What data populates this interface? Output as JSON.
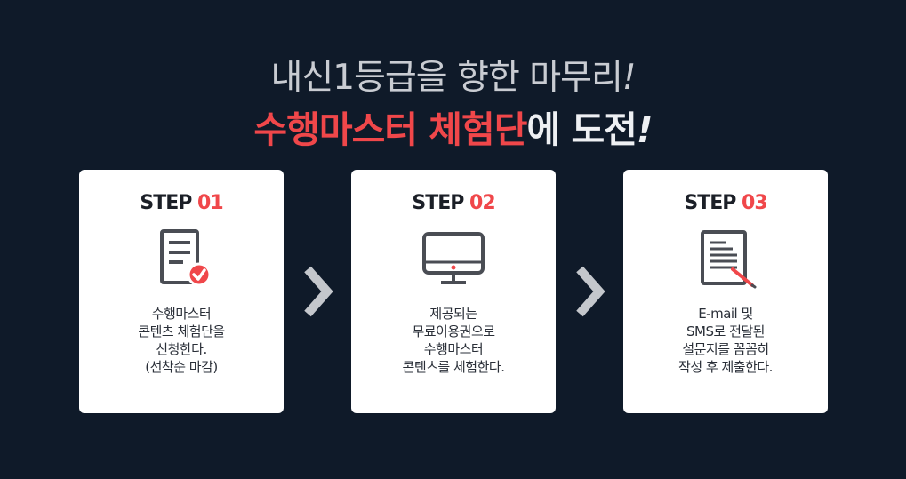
{
  "headline": {
    "line1": "내신1등급을 향한 마무리",
    "line1_exclaim": "!",
    "line2_accent": "수행마스터 체험단",
    "line2_rest": "에 도전",
    "line2_exclaim": "!"
  },
  "steps": [
    {
      "word": "STEP",
      "number": "01",
      "icon": "document-check-icon",
      "lines": [
        "수행마스터",
        "콘텐츠 체험단을",
        "신청한다.",
        "(선착순 마감)"
      ]
    },
    {
      "word": "STEP",
      "number": "02",
      "icon": "monitor-icon",
      "lines": [
        "제공되는",
        "무료이용권으로",
        "수행마스터",
        "콘텐츠를 체험한다."
      ]
    },
    {
      "word": "STEP",
      "number": "03",
      "icon": "document-pen-icon",
      "lines": [
        "E-mail 및",
        "SMS로 전달된",
        "설문지를 꼼꼼히",
        "작성 후 제출한다."
      ]
    }
  ],
  "colors": {
    "background": "#0f1a29",
    "accent": "#f0474a",
    "card": "#ffffff",
    "icon": "#4a4d54",
    "arrow": "#c4c7cc"
  }
}
